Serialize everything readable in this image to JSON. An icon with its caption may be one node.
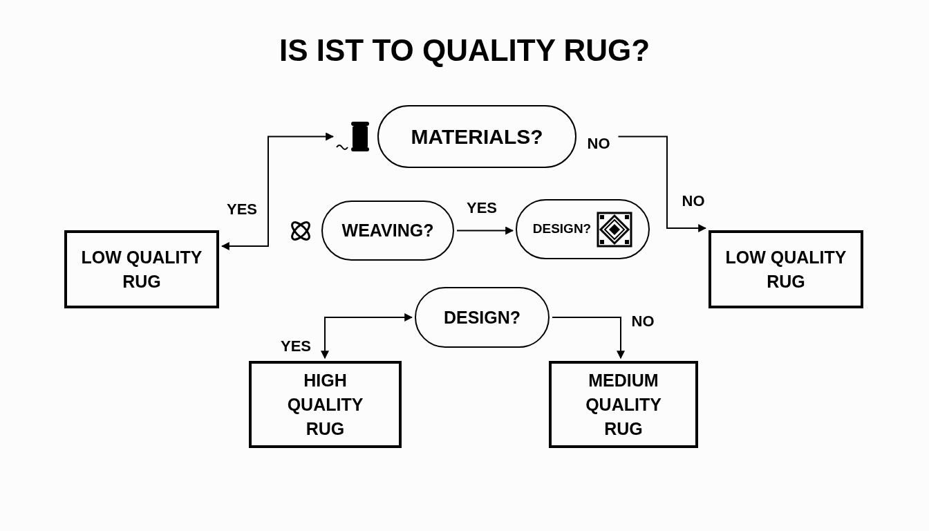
{
  "diagram": {
    "title": "IS IST TO QUALITY RUG?",
    "nodes": [
      {
        "text": [
          "MATERIALS?"
        ]
      },
      {
        "text": [
          "WEAVING?"
        ]
      },
      {
        "text": [
          "DESIGN?"
        ]
      },
      {
        "text": [
          "DESIGN?"
        ]
      },
      {
        "text": [
          "LOW QUALITY RUG"
        ]
      },
      {
        "text": [
          "LOW QUALITY RUG"
        ]
      },
      {
        "text": [
          "HIGH QUALITY RUG"
        ]
      },
      {
        "text": [
          "MEDIUM QUALITY RUG"
        ]
      }
    ],
    "edges": [
      {
        "from": 4,
        "to": 0,
        "arrow": "both",
        "label": "YES"
      },
      {
        "from": 0,
        "to": 5,
        "arrow": "to",
        "label": "NO"
      },
      {
        "from": 1,
        "to": 2,
        "arrow": "to",
        "label": "YES"
      },
      {
        "from": 6,
        "to": 3,
        "arrow": "both",
        "label": "YES"
      },
      {
        "from": 3,
        "to": 7,
        "arrow": "to",
        "label": "NO"
      }
    ],
    "labels": [
      "NO"
    ]
  }
}
